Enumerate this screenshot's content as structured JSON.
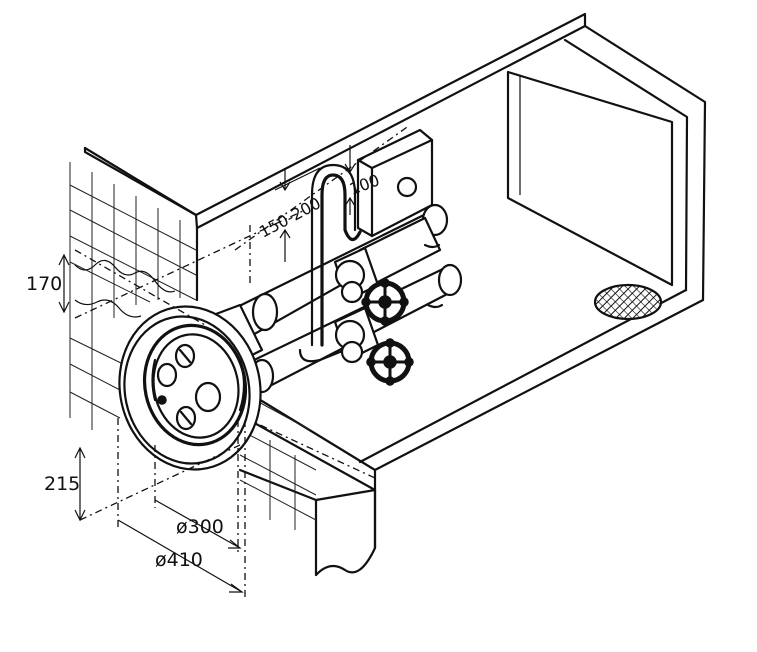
{
  "dimensions": {
    "height_170": "170",
    "height_215": "215",
    "dia_300": "ø300",
    "dia_410": "ø410",
    "range_150_200": "150-200",
    "val_100": "100"
  }
}
